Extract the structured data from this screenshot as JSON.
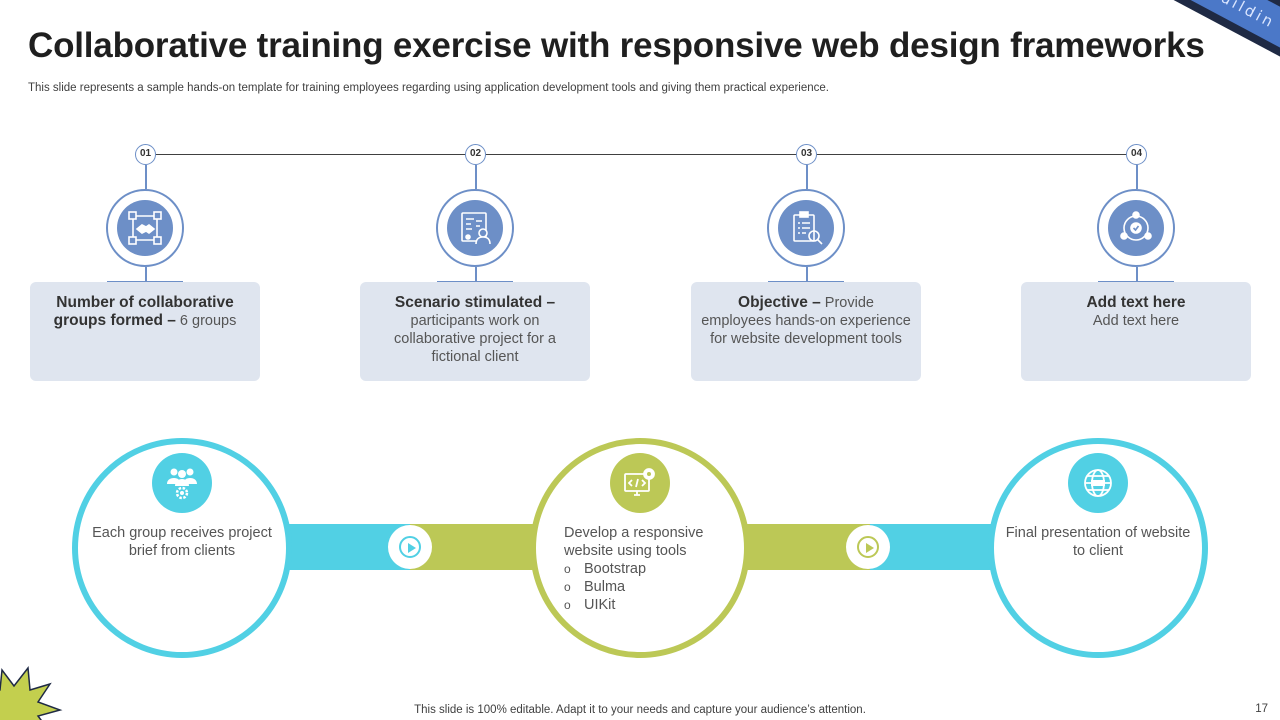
{
  "slide": {
    "title": "Collaborative training exercise with responsive web design frameworks",
    "subtitle": "This slide represents a sample hands-on template for training employees regarding using application development tools and giving them practical experience.",
    "corner_text": "Buildin",
    "footer": "This slide is 100% editable. Adapt it to your needs and capture your audience’s attention.",
    "page_number": "17"
  },
  "timeline": [
    {
      "num": "01",
      "icon": "handshake-network-icon",
      "bold": "Number of collaborative groups formed –",
      "text": " 6 groups"
    },
    {
      "num": "02",
      "icon": "scenario-chart-person-icon",
      "bold": "Scenario stimulated –",
      "text": "participants work on collaborative project for a fictional client"
    },
    {
      "num": "03",
      "icon": "clipboard-search-icon",
      "bold": "Objective –",
      "text": " Provide employees hands-on experience for website development tools"
    },
    {
      "num": "04",
      "icon": "team-gear-cycle-icon",
      "bold": "Add text here",
      "text": "Add text here"
    }
  ],
  "process": {
    "step1": {
      "icon": "group-gear-icon",
      "text": "Each group receives project brief from clients"
    },
    "step2": {
      "icon": "code-monitor-gear-icon",
      "text": "Develop a responsive website using tools",
      "tools": [
        "Bootstrap",
        "Bulma",
        "UIKit"
      ]
    },
    "step3": {
      "icon": "globe-presentation-icon",
      "text": "Final presentation of website to client"
    }
  },
  "colors": {
    "accent_blue": "#6d8fc7",
    "card_bg": "#dfe5ef",
    "cyan": "#51d0e4",
    "olive": "#bcc856"
  }
}
